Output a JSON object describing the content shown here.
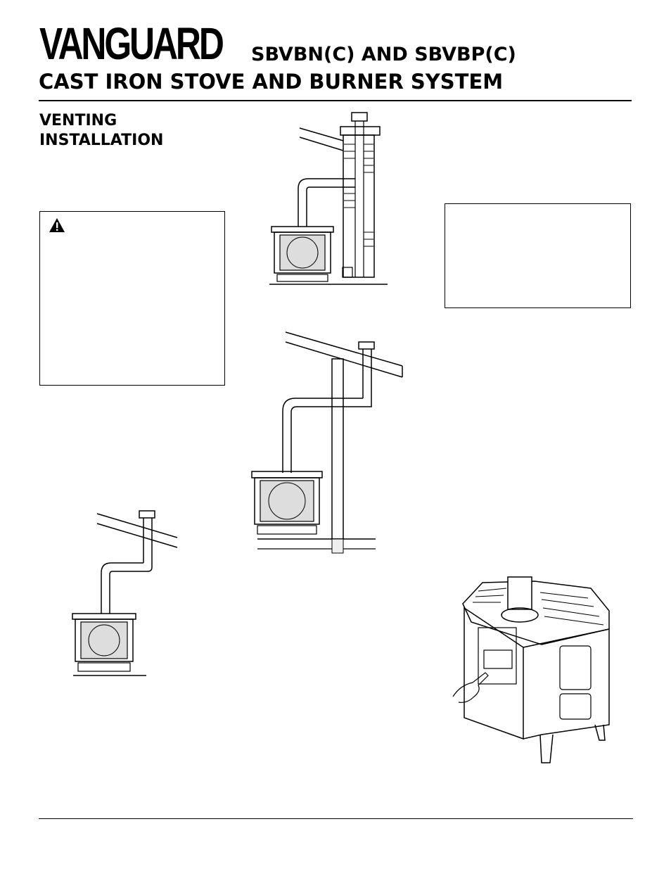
{
  "header": {
    "brand": "VANGUARD",
    "model": "SBVBN(C) AND SBVBP(C)",
    "subtitle": "CAST IRON STOVE AND BURNER SYSTEM"
  },
  "section": {
    "title_line1": "VENTING",
    "title_line2": "INSTALLATION"
  },
  "icons": {
    "warning": "warning-triangle-icon"
  }
}
